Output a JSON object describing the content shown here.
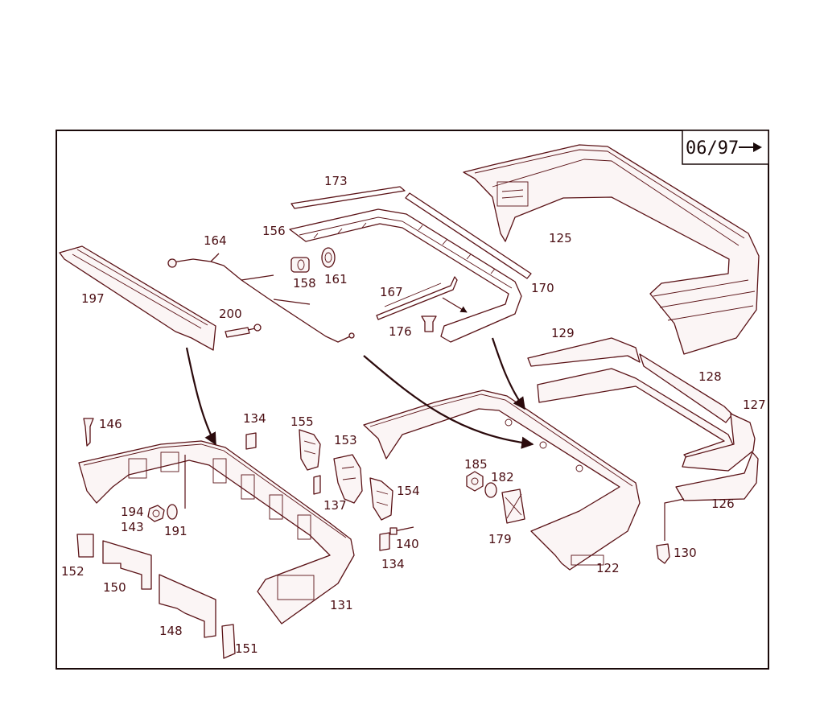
{
  "date_badge": {
    "text": "06/97",
    "arrow_icon": "right-arrow-icon"
  },
  "colors": {
    "ink": "#5a1216",
    "label": "#4a0d12",
    "frame": "#1a0a0a",
    "background": "#ffffff"
  },
  "labels": {
    "p122": "122",
    "p125": "125",
    "p126": "126",
    "p127": "127",
    "p128": "128",
    "p129": "129",
    "p130": "130",
    "p131": "131",
    "p134a": "134",
    "p134b": "134",
    "p137": "137",
    "p140": "140",
    "p143": "143",
    "p146": "146",
    "p148": "148",
    "p150": "150",
    "p151": "151",
    "p152": "152",
    "p153": "153",
    "p154": "154",
    "p155": "155",
    "p156": "156",
    "p158": "158",
    "p161": "161",
    "p164": "164",
    "p167": "167",
    "p170": "170",
    "p173": "173",
    "p176": "176",
    "p179": "179",
    "p182": "182",
    "p185": "185",
    "p191": "191",
    "p194": "194",
    "p197": "197",
    "p200": "200"
  }
}
